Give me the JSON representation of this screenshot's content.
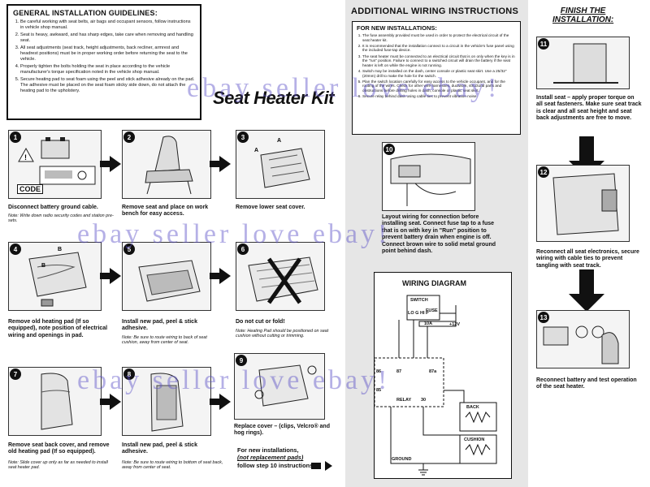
{
  "guidelines": {
    "title": "GENERAL INSTALLATION GUIDELINES:",
    "items": [
      "Be careful working with seat belts, air bags and occupant sensors, follow instructions in vehicle shop manual.",
      "Seat is heavy, awkward, and has sharp edges, take care when removing and handling seat.",
      "All seat adjustments (seat track, height adjustments, back recliner, armrest and headrest positions) must be in proper working order before returning the seat to the vehicle.",
      "Properly tighten the bolts holding the seat in place according to the vehicle manufacturer's torque specification noted in the vehicle shop manual.",
      "Secure heating pad to seat foam using the peel and stick adhesive already on the pad. The adhesive must be placed on the seat foam sticky side down, do not attach the heating pad to the upholstery."
    ]
  },
  "kit_title": "Seat Heater Kit",
  "steps": [
    {
      "num": "1",
      "caption": "Disconnect battery ground cable.",
      "note": "Note: Write down radio security codes and station pre-sets.",
      "label": "CODE"
    },
    {
      "num": "2",
      "caption": "Remove seat and place on work bench for easy access.",
      "note": ""
    },
    {
      "num": "3",
      "caption": "Remove lower seat cover.",
      "note": ""
    },
    {
      "num": "4",
      "caption": "Remove old heating pad (If so equipped), note position of electrical wiring and openings in pad.",
      "note": ""
    },
    {
      "num": "5",
      "caption": "Install new pad, peel & stick adhesive.",
      "note": "Note: Be sure to route wiring to back of seat cushion, away from center of seat."
    },
    {
      "num": "6",
      "caption": "Do not cut or fold!",
      "note": "Note: Heating Pad should be positioned on seat cushion without cutting or trimming."
    },
    {
      "num": "7",
      "caption": "Remove seat back cover, and remove old heating pad (If so equipped).",
      "note": "Note: Slide cover up only as far as needed to install seat heater pad."
    },
    {
      "num": "8",
      "caption": "Install new pad, peel & stick adhesive.",
      "note": "Note: Be sure to route wiring to bottom of seat back, away from center of seat."
    },
    {
      "num": "9",
      "caption": "Replace cover – (clips, Velcro® and hog rings).",
      "note": ""
    }
  ],
  "for_new": {
    "line1": "For new installations,",
    "line2": "(not replacement pads)",
    "line3": "follow step 10 instructions"
  },
  "additional": {
    "title": "ADDITIONAL WIRING INSTRUCTIONS",
    "sub_title": "FOR NEW INSTALLATIONS:",
    "items": [
      "The fuse assembly provided must be used in order to protect the electrical circuit of the seat heater kit.",
      "It is recommended that the installation connect to a circuit in the vehicle's fuse panel using the included fuse-tap device.",
      "The seat heater must be connected to an electrical circuit that is on only when the key is in the \"run\" position. Failure to connect to a switched circuit will drain the battery if the seat heater is left on while the engine is not running.",
      "Switch may be installed on the dash, center console or plastic seat skirt. Use a 25/32\" (20mm) drill to make the hole for the switch.",
      "Plan the switch location carefully for easy access to the vehicle occupant, and for the routing of the wires. Check for other wire harnesses, ductwork, structural parts and obstructions before drilling holes in dash, console or plastic seat skirt.",
      "Secure relay behind dash using cable ties to prevent vibration noise."
    ]
  },
  "step10": {
    "num": "10",
    "caption": "Layout wiring for connection before installing seat. Connect fuse tap to a fuse that is on with key in \"Run\" position to prevent battery drain when engine is off. Connect brown wire to solid metal ground point behind dash."
  },
  "wiring": {
    "title": "WIRING DIAGRAM",
    "switch": "SWITCH",
    "switch_pins": "LO G HI P",
    "fuse": "FUSE",
    "fuse_rating": "10A",
    "plus12": "+12V",
    "relay": "RELAY",
    "pins": [
      "86",
      "87",
      "87a",
      "85",
      "30"
    ],
    "back": "BACK",
    "cushion": "CUSHION",
    "ground": "GROUND"
  },
  "finish": {
    "title_line1": "FINISH THE",
    "title_line2": "INSTALLATION:",
    "steps": [
      {
        "num": "11",
        "caption": "Install seat – apply proper torque on all seat fasteners. Make sure seat track is clear and all seat height and seat back adjustments are free to move."
      },
      {
        "num": "12",
        "caption": "Reconnect all seat electronics, secure wiring with cable ties to prevent tangling with seat track."
      },
      {
        "num": "13",
        "caption": "Reconnect battery and test operation of the seat heater."
      }
    ]
  },
  "watermark": "ebay seller love ebay!"
}
